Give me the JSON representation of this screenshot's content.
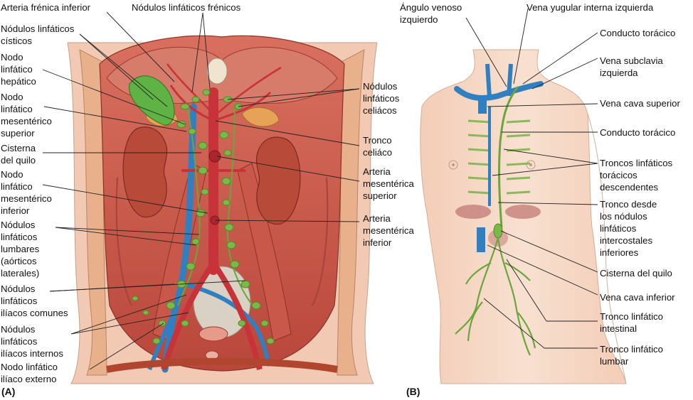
{
  "panel_a": {
    "tag": "(A)",
    "labels": [
      "Arteria frénica inferior",
      "Nódulos linfáticos frénicos",
      "Nódulos linfáticos\ncísticos",
      "Nodo\nlinfático\nhepático",
      "Nodo\nlinfático\nmesentérico\nsuperior",
      "Cisterna\ndel quilo",
      "Nodo\nlinfático\nmesentérico\ninferior",
      "Nódulos\nlinfáticos\nlumbares\n(aórticos\nlaterales)",
      "Nódulos\nlinfáticos\nilíacos comunes",
      "Nódulos\nlinfáticos\nilíacos internos",
      "Nodo linfático\nilíaco externo",
      "Nódulos\nlinfáticos\nceliácos",
      "Tronco\nceliáco",
      "Arteria\nmesentérica\nsuperior",
      "Arteria\nmesentérica\ninferior"
    ]
  },
  "panel_b": {
    "tag": "(B)",
    "labels": [
      "Ángulo venoso\nizquierdo",
      "Vena yugular interna izquierda",
      "Conducto torácico",
      "Vena subclavia\nizquierda",
      "Vena cava superior",
      "Conducto torácico",
      "Troncos linfáticos\ntorácicos\ndescendentes",
      "Tronco desde\nlos nódulos\nlinfáticos\nintercostales\ninferiores",
      "Cisterna del quilo",
      "Vena cava inferior",
      "Tronco linfático\nintestinal",
      "Tronco linfático\nlumbar"
    ]
  },
  "colors": {
    "muscle": "#c8574a",
    "muscle_dark": "#9e3a30",
    "skin": "#f6d7c3",
    "lymph": "#7bb84a",
    "lymph_dark": "#4f8a2a",
    "vein": "#2f7fc1",
    "artery": "#c8333a",
    "kidney": "#b84a3a",
    "adrenal": "#e6a256",
    "gallbladder": "#5fb244"
  }
}
